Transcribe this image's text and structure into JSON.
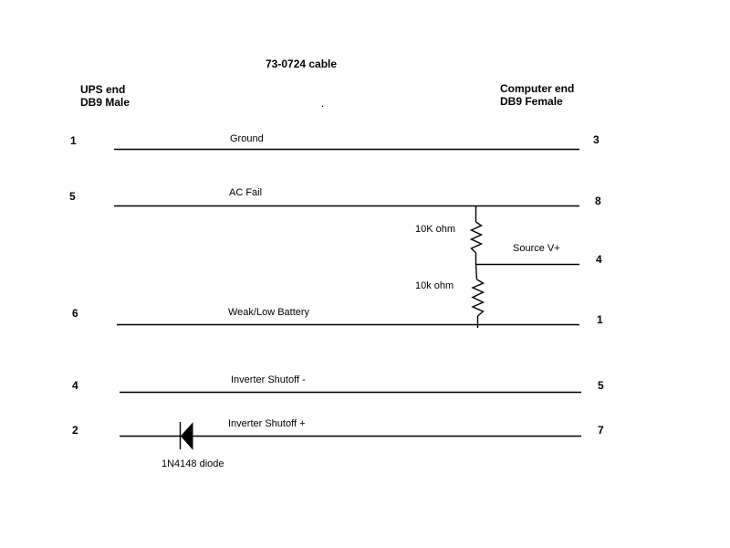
{
  "title": "73-0724 cable",
  "stray_mark": ".",
  "ups_connector": {
    "line1": "UPS end",
    "line2": "DB9 Male"
  },
  "computer_connector": {
    "line1": "Computer end",
    "line2": "DB9 Female"
  },
  "wires": [
    {
      "name": "Ground",
      "ups_pin": "1",
      "computer_pin": "3"
    },
    {
      "name": "AC Fail",
      "ups_pin": "5",
      "computer_pin": "8"
    },
    {
      "name": "Source V+",
      "computer_pin": "4"
    },
    {
      "name": "Weak/Low Battery",
      "ups_pin": "6",
      "computer_pin": "1"
    },
    {
      "name": "Inverter Shutoff -",
      "ups_pin": "4",
      "computer_pin": "5"
    },
    {
      "name": "Inverter Shutoff +",
      "ups_pin": "2",
      "computer_pin": "7"
    }
  ],
  "components": {
    "resistor_upper": "10K ohm",
    "resistor_lower": "10k ohm",
    "diode": "1N4148 diode"
  },
  "colors": {
    "background": "#ffffff",
    "ink": "#000000"
  }
}
